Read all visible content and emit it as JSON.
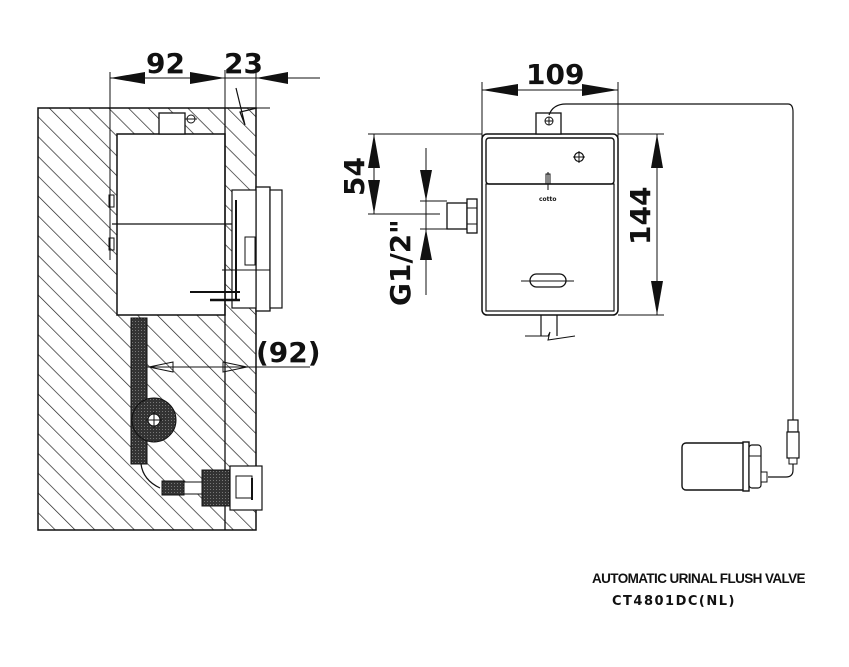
{
  "drawing": {
    "title": "AUTOMATIC URINAL FLUSH VALVE",
    "model": "CT4801DC(NL)",
    "colors": {
      "line": "#111111",
      "background": "#ffffff",
      "hatch": "#222222"
    }
  },
  "side_view": {
    "dimensions": {
      "wall_depth": "92",
      "panel_depth": "23",
      "outlet_depth": "(92)"
    }
  },
  "front_view": {
    "dimensions": {
      "width": "109",
      "height": "144",
      "inlet_offset": "54",
      "inlet_thread": "G1/2\""
    },
    "logo_text": "cotto"
  },
  "battery_box": {
    "label": ""
  }
}
